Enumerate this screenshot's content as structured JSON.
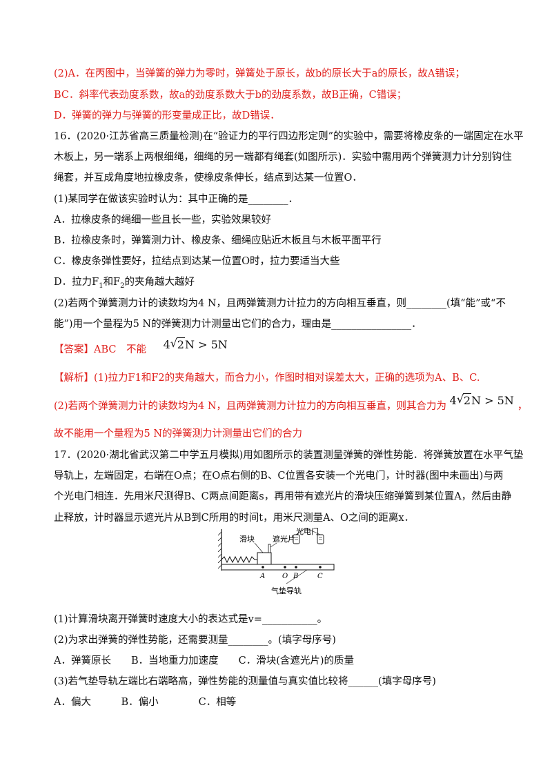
{
  "lines": {
    "l1": "(2)A．在丙图中，当弹簧的弹力为零时，弹簧处于原长，故b的原长大于a的原长，故A错误；",
    "l2": "BC．斜率代表劲度系数，故a的劲度系数大于b的劲度系数，故B正确，C错误；",
    "l3": "D．弹簧的弹力与弹簧的形变量成正比，故D错误．",
    "q16_1": "16．(2020·江苏省高三质量检测)在“验证力的平行四边形定则”的实验中，需要将橡皮条的一端固定在水平",
    "q16_2": "木板上，另一端系上两根细绳，细绳的另一端都有绳套(如图所示)．实验中需用两个弹簧测力计分别钩住",
    "q16_3": "绳套，并互成角度地拉橡皮条，使橡皮条伸长，结点到达某一位置O．",
    "q16_4": "(1)某同学在做该实验时认为：其中正确的是________．",
    "q16_A": "A．拉橡皮条的绳细一些且长一些，实验效果较好",
    "q16_B": "B．拉橡皮条时，弹簧测力计、橡皮条、细绳应贴近木板且与木板平面平行",
    "q16_C": "C．橡皮条弹性要好，拉结点到达某一位置O时，拉力要适当大些",
    "q16_D_pre": "D．拉力F",
    "q16_D_mid": "和F",
    "q16_D_post": "的夹角越大越好",
    "q16_5": " (2)若两个弹簧测力计的读数均为4 N，且两弹簧测力计拉力的方向相互垂直，则________(填“能”或“不",
    "q16_6": "能”)用一个量程为5 N的弹簧测力计测量出它们的合力，理由是________________．",
    "ans": "【答案】ABC　不能",
    "jx1": "【解析】(1)拉力F1和F2的夹角越大，而合力小，作图时相对误差太大，正确的选项为A、B、C.",
    "jx2": "(2)若两个弹簧测力计的读数均为4 N，且两弹簧测力计拉力的方向相互垂直，则其合力为",
    "jx2_end": "，",
    "jx3": "故不能用一个量程为5 N的弹簧测力计测量出它们的合力",
    "q17_1": "17．(2020·湖北省武汉第二中学五月模拟)用如图所示的装置测量弹簧的弹性势能．将弹簧放置在水平气垫",
    "q17_2": "导轨上，左端固定，右端在O点；在O点右侧的B、C位置各安装一个光电门，计时器(图中未画出)与两",
    "q17_3": "个光电门相连．先用米尺测得B、C两点间距离s，再用带有遮光片的滑块压缩弹簧到某位置A，然后由静",
    "q17_4": "止释放，计时器显示遮光片从B到C所用的时间t，用米尺测量A、O之间的距离x．",
    "q17_s1": "(1)计算滑块离开弹簧时速度大小的表达式是v=___________。",
    "q17_s2": "(2)为求出弹簧的弹性势能，还需要测量________。(填字母序号)",
    "q17_s2opt": "A．弹簧原长　　B．当地重力加速度　　C．滑块(含遮光片)的质量",
    "q17_s3": "(3)若气垫导轨左端比右端略高，弹性势能的测量值与真实值比较将______(填字母序号)",
    "q17_s3opt": "A．偏大　　　B．偏小　　　　C．相等"
  },
  "subscripts": {
    "one": "1",
    "two": "2"
  },
  "math": {
    "coef": "4",
    "radicand": "2",
    "rest": "N > 5N",
    "sqrt_symbol": "√"
  },
  "figure": {
    "slider_label": "滑块",
    "shade_label": "遮光片",
    "gate_label": "光电门",
    "rail_label": "气垫导轨",
    "pt_a": "A",
    "pt_o": "O",
    "pt_b": "B",
    "pt_c": "C"
  },
  "colors": {
    "red": "#e0201c",
    "text": "#111111"
  }
}
